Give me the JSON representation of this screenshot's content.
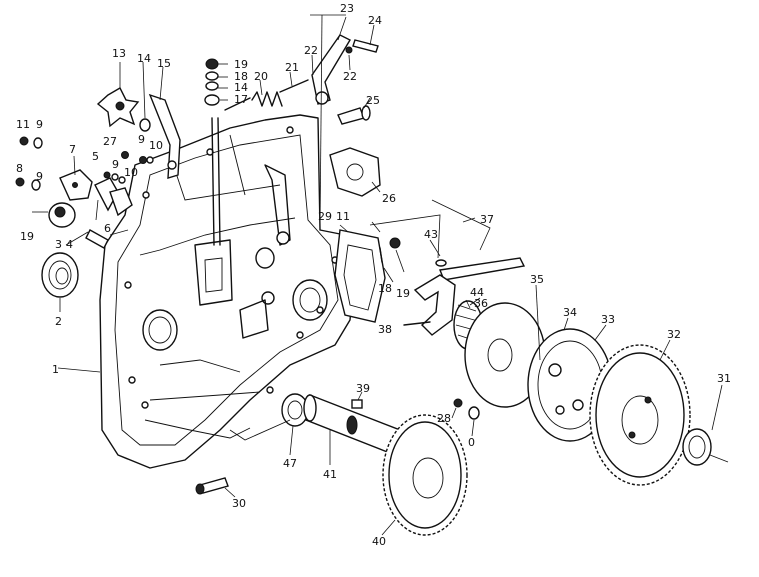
{
  "callouts": [
    {
      "id": "c1",
      "text": "1"
    },
    {
      "id": "c2",
      "text": "2"
    },
    {
      "id": "c3",
      "text": "3"
    },
    {
      "id": "c4",
      "text": "4"
    },
    {
      "id": "c5",
      "text": "5"
    },
    {
      "id": "c6",
      "text": "6"
    },
    {
      "id": "c7",
      "text": "7"
    },
    {
      "id": "c8",
      "text": "8"
    },
    {
      "id": "c9a",
      "text": "9"
    },
    {
      "id": "c9b",
      "text": "9"
    },
    {
      "id": "c9c",
      "text": "9"
    },
    {
      "id": "c9d",
      "text": "9"
    },
    {
      "id": "c10a",
      "text": "10"
    },
    {
      "id": "c10b",
      "text": "10"
    },
    {
      "id": "c11a",
      "text": "11"
    },
    {
      "id": "c11b",
      "text": "11"
    },
    {
      "id": "c13",
      "text": "13"
    },
    {
      "id": "c14a",
      "text": "14"
    },
    {
      "id": "c14b",
      "text": "14"
    },
    {
      "id": "c15",
      "text": "15"
    },
    {
      "id": "c17",
      "text": "17"
    },
    {
      "id": "c18a",
      "text": "18"
    },
    {
      "id": "c18b",
      "text": "18"
    },
    {
      "id": "c19a",
      "text": "19"
    },
    {
      "id": "c19b",
      "text": "19"
    },
    {
      "id": "c19c",
      "text": "19"
    },
    {
      "id": "c20",
      "text": "20"
    },
    {
      "id": "c21",
      "text": "21"
    },
    {
      "id": "c22a",
      "text": "22"
    },
    {
      "id": "c22b",
      "text": "22"
    },
    {
      "id": "c23",
      "text": "23"
    },
    {
      "id": "c24",
      "text": "24"
    },
    {
      "id": "c25",
      "text": "25"
    },
    {
      "id": "c26",
      "text": "26"
    },
    {
      "id": "c27",
      "text": "27"
    },
    {
      "id": "c28",
      "text": "28"
    },
    {
      "id": "c29",
      "text": "29"
    },
    {
      "id": "c30",
      "text": "30"
    },
    {
      "id": "c31",
      "text": "31"
    },
    {
      "id": "c32",
      "text": "32"
    },
    {
      "id": "c33",
      "text": "33"
    },
    {
      "id": "c34",
      "text": "34"
    },
    {
      "id": "c35",
      "text": "35"
    },
    {
      "id": "c36",
      "text": "36"
    },
    {
      "id": "c37",
      "text": "37"
    },
    {
      "id": "c38",
      "text": "38"
    },
    {
      "id": "c39",
      "text": "39"
    },
    {
      "id": "c40",
      "text": "40"
    },
    {
      "id": "c41",
      "text": "41"
    },
    {
      "id": "c43",
      "text": "43"
    },
    {
      "id": "c44",
      "text": "44"
    },
    {
      "id": "c47",
      "text": "47"
    },
    {
      "id": "c0",
      "text": "0"
    }
  ],
  "colors": {
    "ink": "#111111",
    "paper": "#ffffff"
  }
}
